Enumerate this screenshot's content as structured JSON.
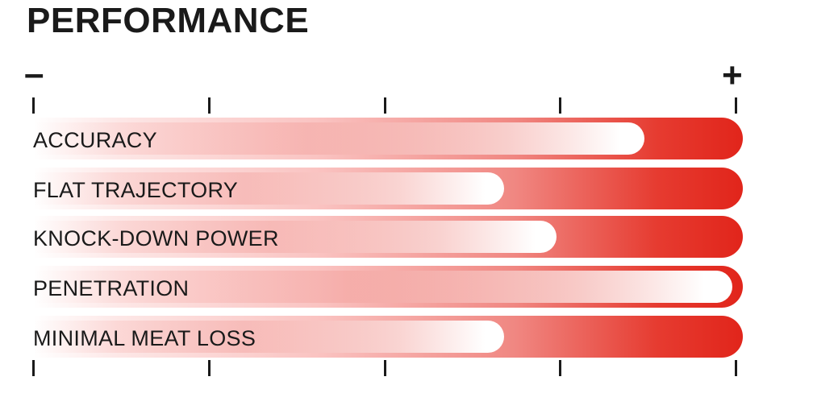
{
  "chart_data": {
    "type": "bar",
    "title": "PERFORMANCE",
    "scale_min_label": "–",
    "scale_max_label": "+",
    "xlim": [
      0,
      4
    ],
    "tick_count": 5,
    "orientation": "horizontal",
    "colors": {
      "track_end": "#e1251b",
      "fill_end": "#ffffff",
      "text": "#1a1a1a"
    },
    "categories": [
      "ACCURACY",
      "FLAT TRAJECTORY",
      "KNOCK-DOWN POWER",
      "PENETRATION",
      "MINIMAL MEAT LOSS"
    ],
    "values": [
      3.5,
      2.7,
      3.0,
      4.0,
      2.7
    ]
  }
}
